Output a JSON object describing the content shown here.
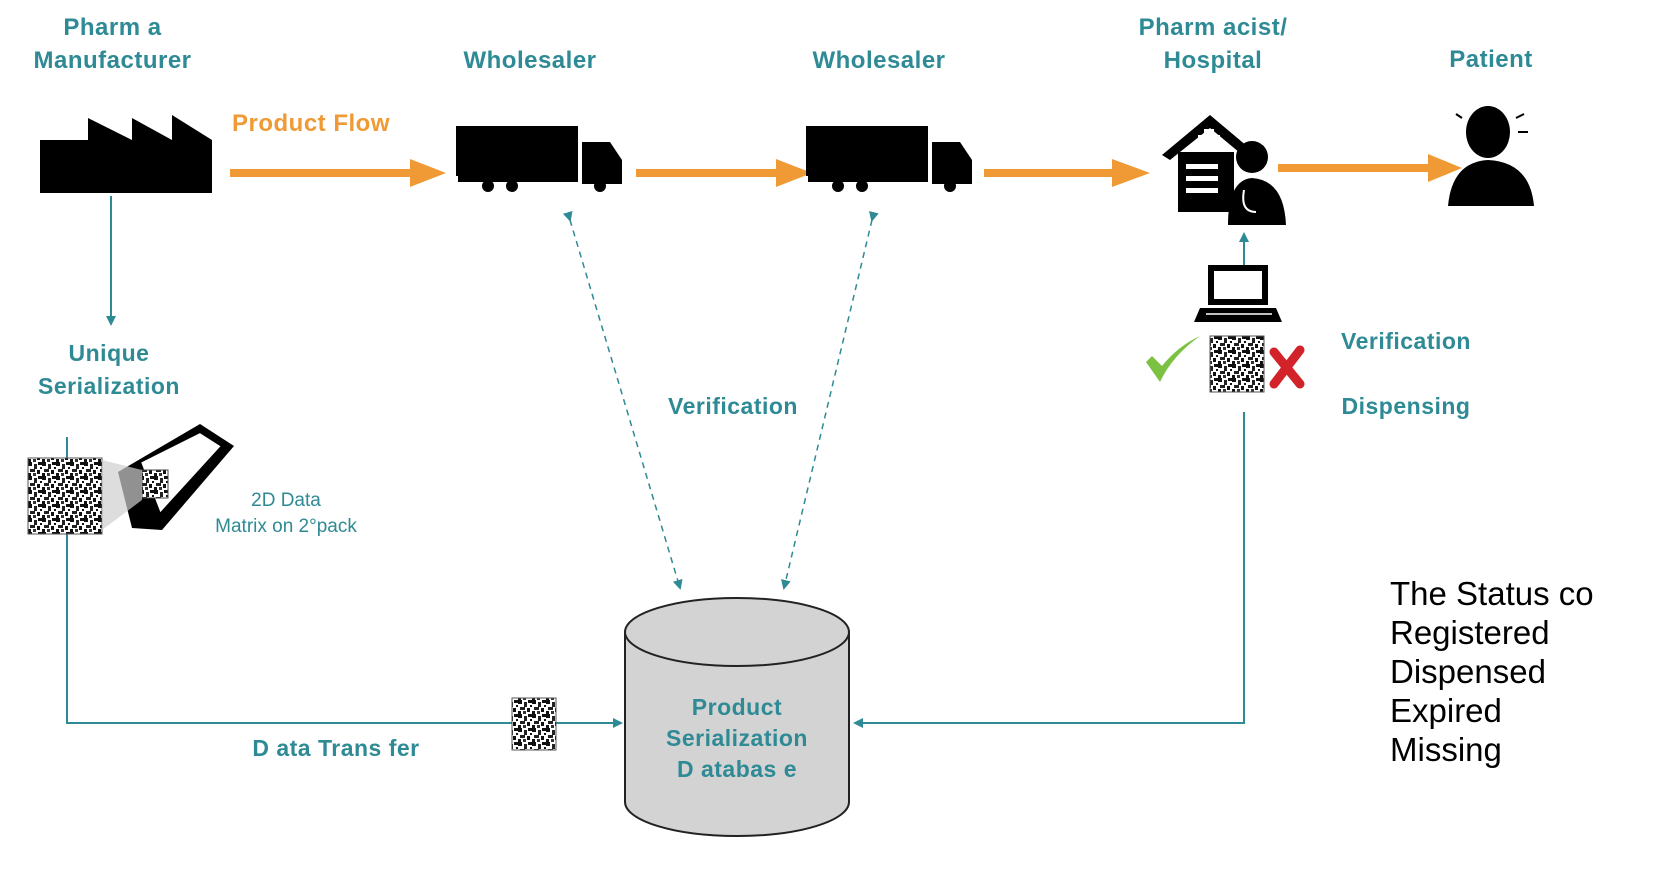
{
  "nodes": {
    "manufacturer": "Pharm a\nManufacturer",
    "wholesaler_1": "Wholesaler",
    "wholesaler_2": "Wholesaler",
    "pharmacist": "Pharm acist/\nHospital",
    "patient": "Patient",
    "database": "Product\nSerialization\nD atabas e"
  },
  "labels": {
    "product_flow": "Product Flow",
    "unique_serialization": "Unique\nSerialization",
    "datamatrix_caption": "2D Data\nMatrix on 2°pack",
    "verification_center": "Verification",
    "verification_right": "Verification",
    "dispensing": "Dispensing",
    "data_transfer": "D ata Trans fer"
  },
  "status_box": {
    "heading": "The Status co",
    "items": [
      "Registered",
      "Dispensed",
      "Expired",
      "Missing"
    ]
  },
  "colors": {
    "teal": "#2e8a94",
    "orange": "#ef9a35",
    "icon": "#000000",
    "database_fill": "#d3d3d3",
    "check": "#7cc242",
    "cross": "#d2232a"
  },
  "icons": {
    "manufacturer": "factory-icon",
    "wholesaler": "truck-icon",
    "pharmacist": "hospital-doctor-icon",
    "patient": "person-icon",
    "scanner": "laptop-icon",
    "code": "datamatrix-icon",
    "pack": "medicine-pack-icon",
    "ok": "checkmark-icon",
    "fail": "cross-icon",
    "database": "database-cylinder-icon"
  }
}
